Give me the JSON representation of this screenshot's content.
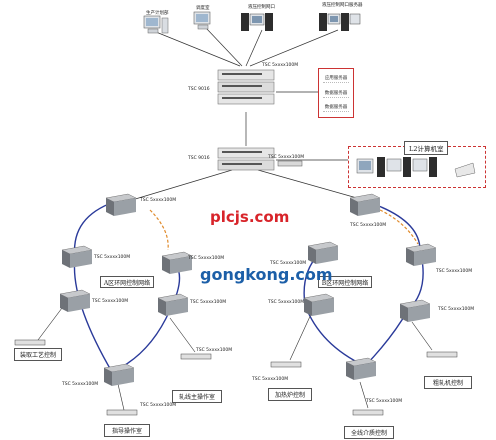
{
  "top_pcs": {
    "pc1_label": "生产计划部",
    "pc2_label": "调度室",
    "pc3_label": "液压控制网口",
    "pc4_label": "液压控制网口服务器"
  },
  "core": {
    "switch1_label": "TSC 9016",
    "switch1_port": "TSC 5xxxx100M",
    "switch2_label": "TSC 9016",
    "switch2_port": "TSC 5xxxx100M",
    "servers": [
      "应用服务器",
      "数据服务器",
      "数据服务器"
    ]
  },
  "control_room": {
    "title": "L2计算机室"
  },
  "rings": {
    "left_ring_label": "A区环网控制网络",
    "right_ring_label": "B区环网控制网络"
  },
  "node_ports": {
    "n1": "TSC 5xxxx100M",
    "n2": "TSC 5xxxx100M",
    "n3": "TSC 5xxxx100M",
    "n4": "TSC 5xxxx100M",
    "n5": "TSC 5xxxx100M",
    "n6": "TSC 5xxxx100M",
    "n7": "TSC 5xxxx100M",
    "n8": "TSC 5xxxx100M",
    "n9": "TSC 5xxxx100M",
    "n10": "TSC 5xxxx100M",
    "n11": "TSC 5xxxx100M",
    "n12": "TSC 5xxxx100M",
    "n13": "TSC 5xxxx100M",
    "n14": "TSC 5xxxx100M",
    "n15": "TSC 5xxxx100M"
  },
  "stations": {
    "s1": "装取工艺控制",
    "s2": "轧线主操作室",
    "s3": "指导操作室",
    "s4": "加热炉控制",
    "s5": "全线介质控制",
    "s6": "粗轧机控制"
  },
  "watermarks": {
    "wm1": "plcjs.com",
    "wm2": "gongkong.com"
  },
  "colors": {
    "ring_blue": "#2a3a9a",
    "ring_orange": "#e08a2a",
    "panel_red": "#cc3333",
    "wm1_color": "#d8242a",
    "wm2_color": "#1c5fa8"
  }
}
